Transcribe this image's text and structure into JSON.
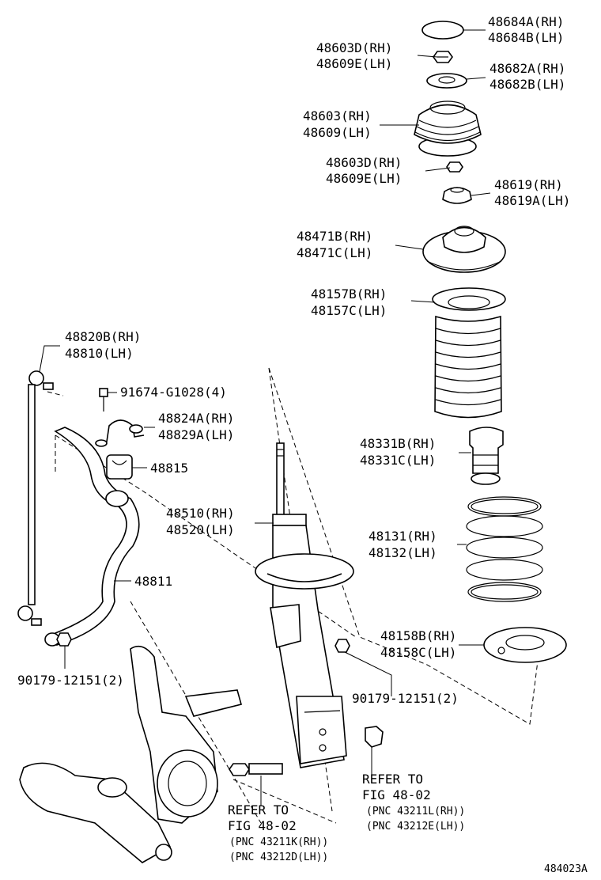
{
  "callouts": [
    {
      "id": "c1",
      "lines": [
        "48684A(RH)",
        "48684B(LH)"
      ]
    },
    {
      "id": "c2",
      "lines": [
        "48603D(RH)",
        "48609E(LH)"
      ]
    },
    {
      "id": "c3",
      "lines": [
        "48682A(RH)",
        "48682B(LH)"
      ]
    },
    {
      "id": "c4",
      "lines": [
        "48603(RH)",
        "48609(LH)"
      ]
    },
    {
      "id": "c5",
      "lines": [
        "48603D(RH)",
        "48609E(LH)"
      ]
    },
    {
      "id": "c6",
      "lines": [
        "48619(RH)",
        "48619A(LH)"
      ]
    },
    {
      "id": "c7",
      "lines": [
        "48471B(RH)",
        "48471C(LH)"
      ]
    },
    {
      "id": "c8",
      "lines": [
        "48157B(RH)",
        "48157C(LH)"
      ]
    },
    {
      "id": "c9",
      "lines": [
        "48820B(RH)",
        "48810(LH)"
      ]
    },
    {
      "id": "c10",
      "lines": [
        "91674-G1028(4)"
      ]
    },
    {
      "id": "c11",
      "lines": [
        "48824A(RH)",
        "48829A(LH)"
      ]
    },
    {
      "id": "c12",
      "lines": [
        "48815"
      ]
    },
    {
      "id": "c13",
      "lines": [
        "48331B(RH)",
        "48331C(LH)"
      ]
    },
    {
      "id": "c14",
      "lines": [
        "48510(RH)",
        "48520(LH)"
      ]
    },
    {
      "id": "c15",
      "lines": [
        "48131(RH)",
        "48132(LH)"
      ]
    },
    {
      "id": "c16",
      "lines": [
        "48811"
      ]
    },
    {
      "id": "c17",
      "lines": [
        "48158B(RH)",
        "48158C(LH)"
      ]
    },
    {
      "id": "c18",
      "lines": [
        "90179-12151(2)"
      ]
    },
    {
      "id": "c19",
      "lines": [
        "90179-12151(2)"
      ]
    }
  ],
  "refs": [
    {
      "id": "r1",
      "lines": [
        "REFER TO",
        "FIG 48-02",
        "(PNC 43211L(RH))",
        "(PNC 43212E(LH))"
      ]
    },
    {
      "id": "r2",
      "lines": [
        "REFER TO",
        "FIG 48-02",
        "(PNC 43211K(RH))",
        "(PNC 43212D(LH))"
      ]
    }
  ],
  "figure_id": "484023A"
}
